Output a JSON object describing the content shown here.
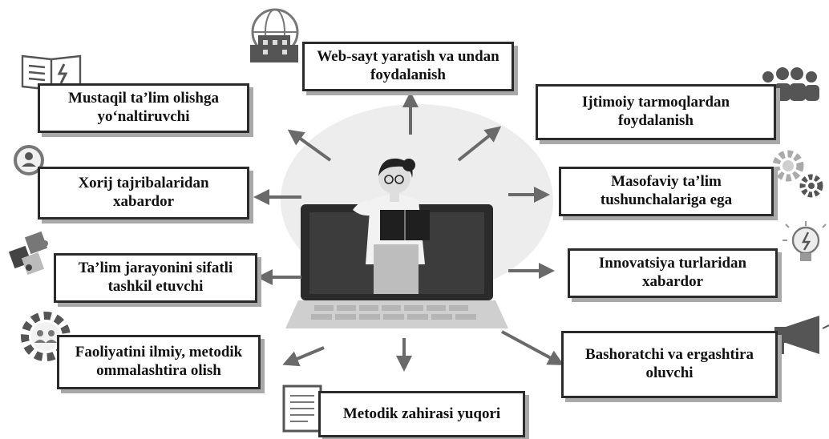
{
  "nodes": {
    "web": "Web-sayt yaratish va undan foydalanish",
    "mustaqil": "Mustaqil ta’lim olishga yo‘naltiruvchi",
    "ijtimoiy": "Ijtimoiy tarmoqlardan foydalanish",
    "xorij": "Xorij tajribalaridan xabardor",
    "masofaviy": "Masofaviy ta’lim tushunchalariga ega",
    "talim": "Ta’lim jarayonini sifatli tashkil etuvchi",
    "innovatsiya": "Innovatsiya turlaridan xabardor",
    "faoliyat": "Faoliyatini ilmiy, metodik ommalashtira olish",
    "bashoratchi": "Bashoratchi va ergashtira oluvchi",
    "metodik": "Metodik zahirasi yuqori"
  },
  "colors": {
    "border": "#2b2b2b",
    "shadow": "#a9a9a9",
    "arrow": "#6a6a6a",
    "icon": "#555555"
  },
  "icons": [
    "building-globe-icon",
    "book-icon",
    "people-group-icon",
    "magnifier-user-icon",
    "gears-icon",
    "puzzle-icon",
    "lightbulb-icon",
    "gear-people-icon",
    "megaphone-icon",
    "document-list-icon",
    "teacher-laptop-illustration"
  ]
}
